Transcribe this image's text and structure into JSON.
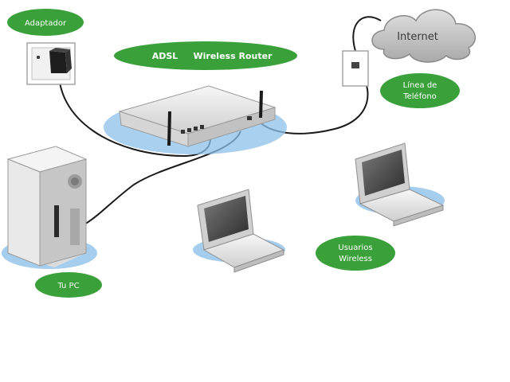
{
  "labels": {
    "adapter": "Adaptador",
    "router_a": "ADSL",
    "router_b": "Wireless Router",
    "internet": "Internet",
    "phone_line_1": "Línea de",
    "phone_line_2": "Teléfono",
    "pc": "Tu PC",
    "wireless_users_1": "Usuarios",
    "wireless_users_2": "Wireless"
  },
  "colors": {
    "badge": "#3aa13a",
    "badge_text": "#ffffff",
    "cloud": "#c9c9c9",
    "cable": "#1a1a1a",
    "device": "#e6e6e6",
    "shadow": "#8ec0ea"
  },
  "icons": [
    "power-adapter-icon",
    "router-icon",
    "internet-cloud-icon",
    "phone-jack-icon",
    "desktop-pc-icon",
    "laptop-icon"
  ]
}
